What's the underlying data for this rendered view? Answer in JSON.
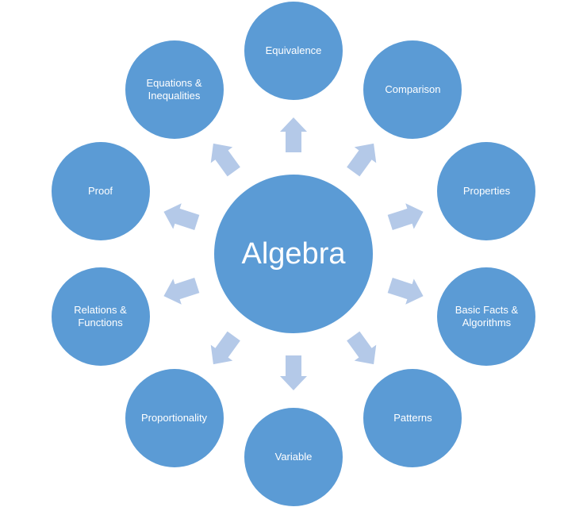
{
  "center": {
    "label": "Algebra"
  },
  "nodes": [
    {
      "label": "Equivalence"
    },
    {
      "label": "Comparison"
    },
    {
      "label": "Properties"
    },
    {
      "label": "Basic Facts & Algorithms"
    },
    {
      "label": "Patterns"
    },
    {
      "label": "Variable"
    },
    {
      "label": "Proportionality"
    },
    {
      "label": "Relations & Functions"
    },
    {
      "label": "Proof"
    },
    {
      "label": "Equations & Inequalities"
    }
  ],
  "colors": {
    "circle": "#5b9bd5",
    "arrow": "#b4c9e8"
  }
}
